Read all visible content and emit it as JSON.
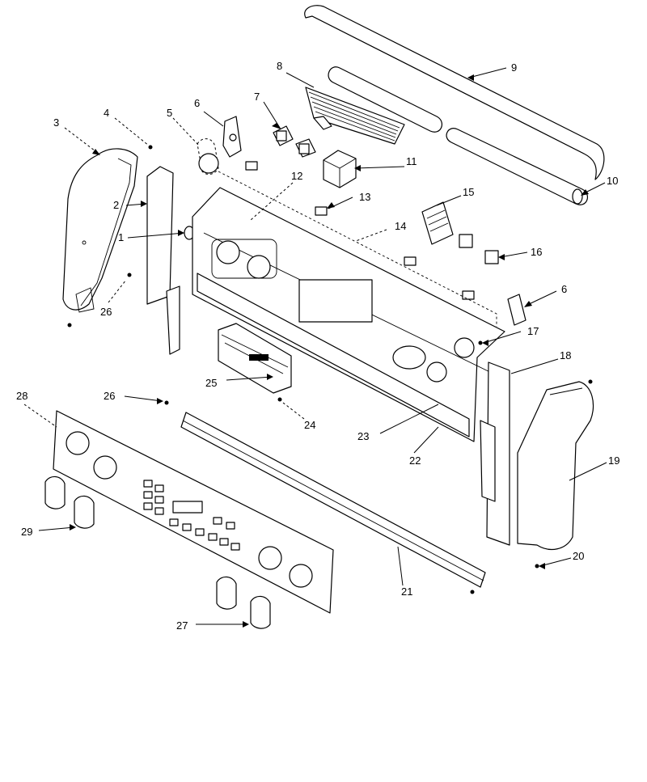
{
  "callouts": [
    {
      "id": "1",
      "label": "1"
    },
    {
      "id": "2",
      "label": "2"
    },
    {
      "id": "3",
      "label": "3"
    },
    {
      "id": "4",
      "label": "4"
    },
    {
      "id": "5",
      "label": "5"
    },
    {
      "id": "6a",
      "label": "6"
    },
    {
      "id": "6b",
      "label": "6"
    },
    {
      "id": "7",
      "label": "7"
    },
    {
      "id": "8",
      "label": "8"
    },
    {
      "id": "9",
      "label": "9"
    },
    {
      "id": "10",
      "label": "10"
    },
    {
      "id": "11",
      "label": "11"
    },
    {
      "id": "12",
      "label": "12"
    },
    {
      "id": "13",
      "label": "13"
    },
    {
      "id": "14",
      "label": "14"
    },
    {
      "id": "15",
      "label": "15"
    },
    {
      "id": "16",
      "label": "16"
    },
    {
      "id": "17",
      "label": "17"
    },
    {
      "id": "18",
      "label": "18"
    },
    {
      "id": "19",
      "label": "19"
    },
    {
      "id": "20",
      "label": "20"
    },
    {
      "id": "21",
      "label": "21"
    },
    {
      "id": "22",
      "label": "22"
    },
    {
      "id": "23",
      "label": "23"
    },
    {
      "id": "24",
      "label": "24"
    },
    {
      "id": "25",
      "label": "25"
    },
    {
      "id": "26a",
      "label": "26"
    },
    {
      "id": "26b",
      "label": "26"
    },
    {
      "id": "27",
      "label": "27"
    },
    {
      "id": "28",
      "label": "28"
    },
    {
      "id": "29",
      "label": "29"
    }
  ]
}
